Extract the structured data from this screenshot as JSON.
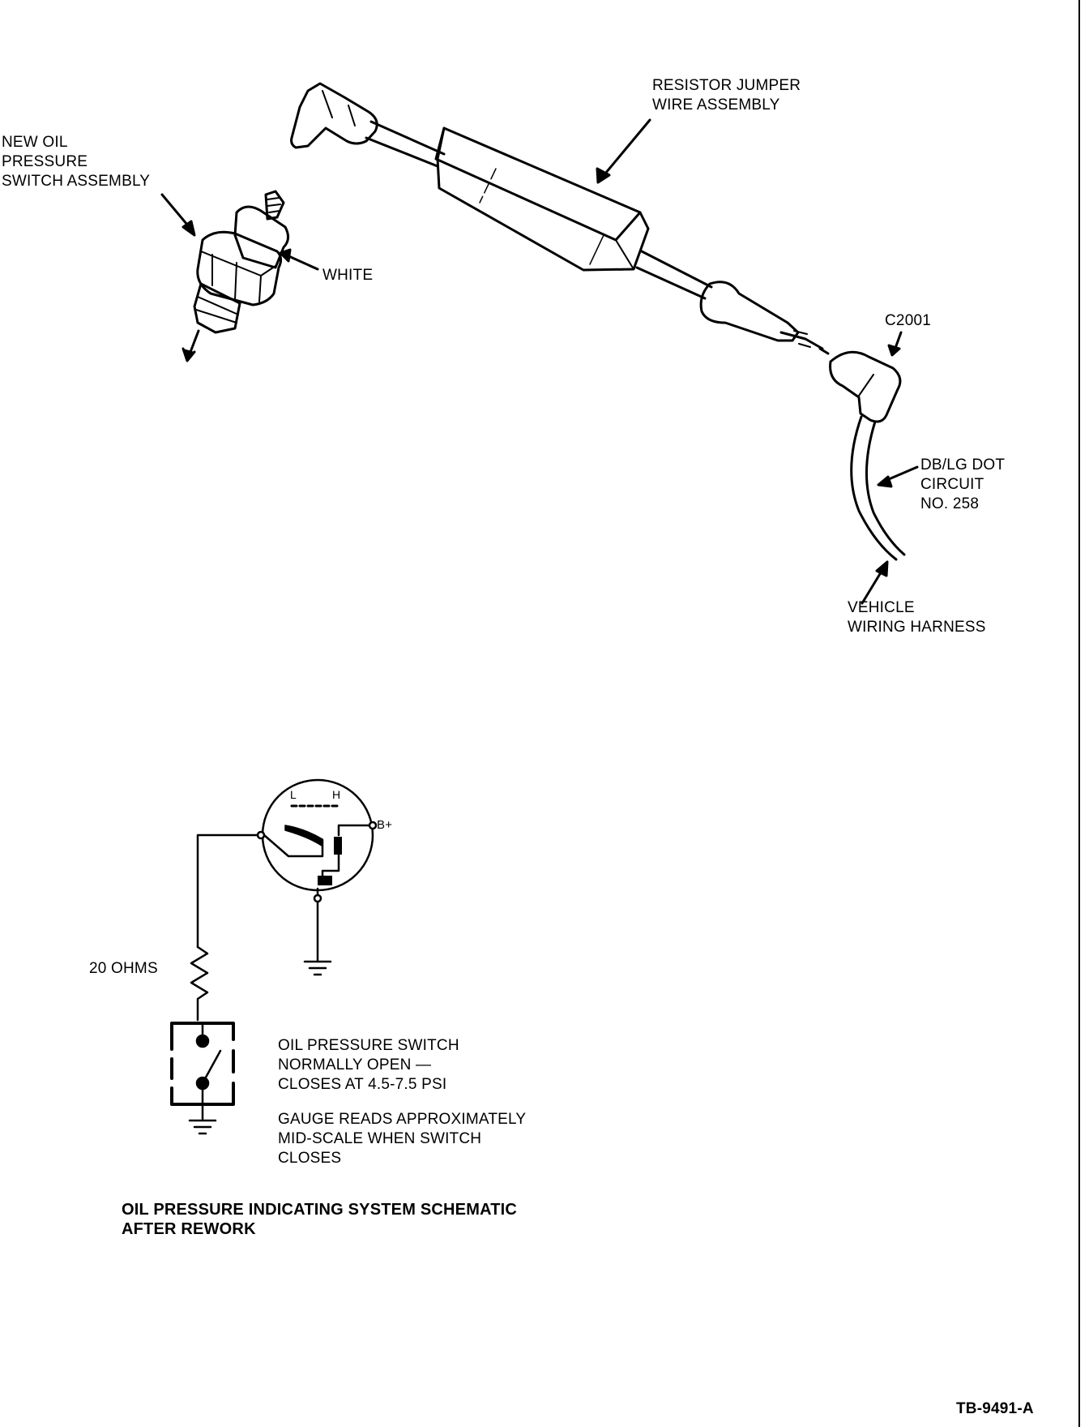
{
  "labels": {
    "new_oil_switch": [
      "NEW OIL",
      "PRESSURE",
      "SWITCH ASSEMBLY"
    ],
    "resistor_jumper": [
      "RESISTOR JUMPER",
      "WIRE ASSEMBLY"
    ],
    "white": "WHITE",
    "connector": "C2001",
    "circuit": [
      "DB/LG DOT",
      "CIRCUIT",
      "NO. 258"
    ],
    "harness": [
      "VEHICLE",
      "WIRING HARNESS"
    ],
    "resistance": "20 OHMS",
    "gauge_low": "L",
    "gauge_high": "H",
    "battery": "B+",
    "switch_note": [
      "OIL PRESSURE SWITCH",
      "NORMALLY OPEN —",
      "CLOSES AT 4.5-7.5 PSI"
    ],
    "gauge_note": [
      "GAUGE READS APPROXIMATELY",
      "MID-SCALE WHEN SWITCH",
      "CLOSES"
    ],
    "schematic_title": [
      "OIL PRESSURE INDICATING SYSTEM SCHEMATIC",
      "AFTER REWORK"
    ],
    "figure_id": "TB-9491-A"
  }
}
